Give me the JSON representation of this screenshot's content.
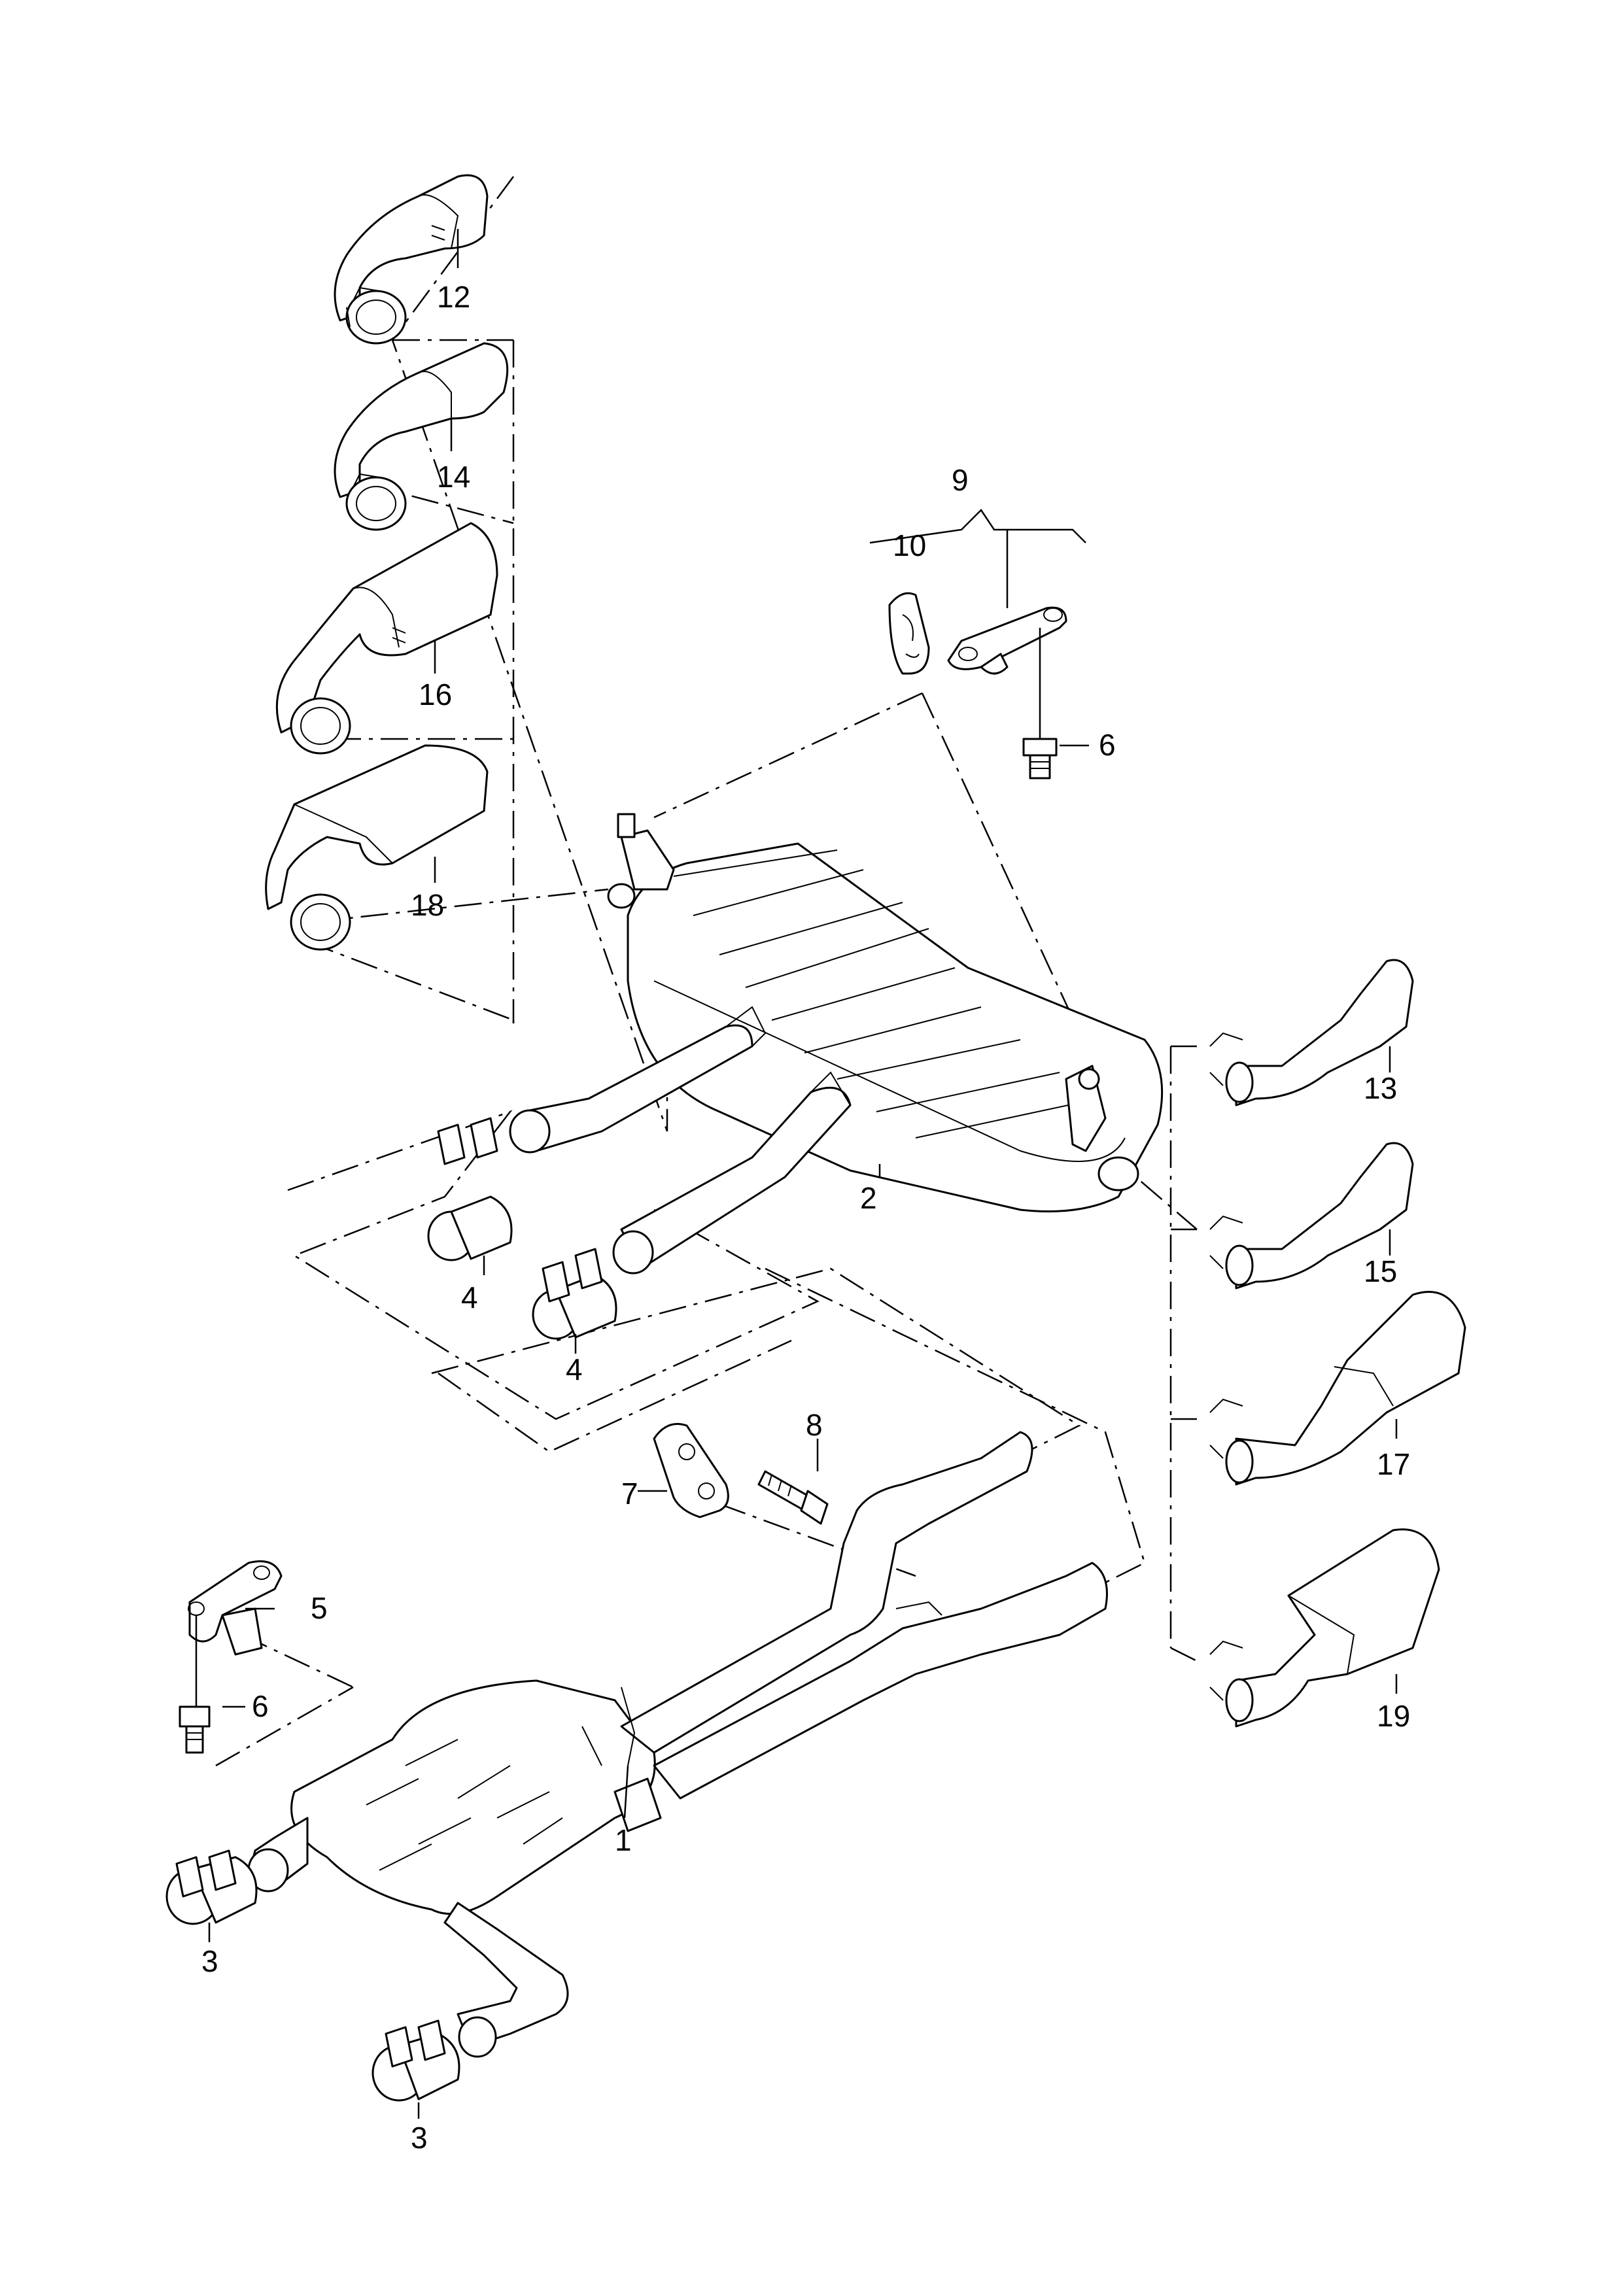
{
  "callouts": {
    "c1": "1",
    "c2": "2",
    "c3a": "3",
    "c3b": "3",
    "c4a": "4",
    "c4b": "4",
    "c5": "5",
    "c6a": "6",
    "c6b": "6",
    "c7": "7",
    "c8": "8",
    "c9": "9",
    "c10": "10",
    "c12": "12",
    "c13": "13",
    "c14": "14",
    "c15": "15",
    "c16": "16",
    "c17": "17",
    "c18": "18",
    "c19": "19"
  }
}
